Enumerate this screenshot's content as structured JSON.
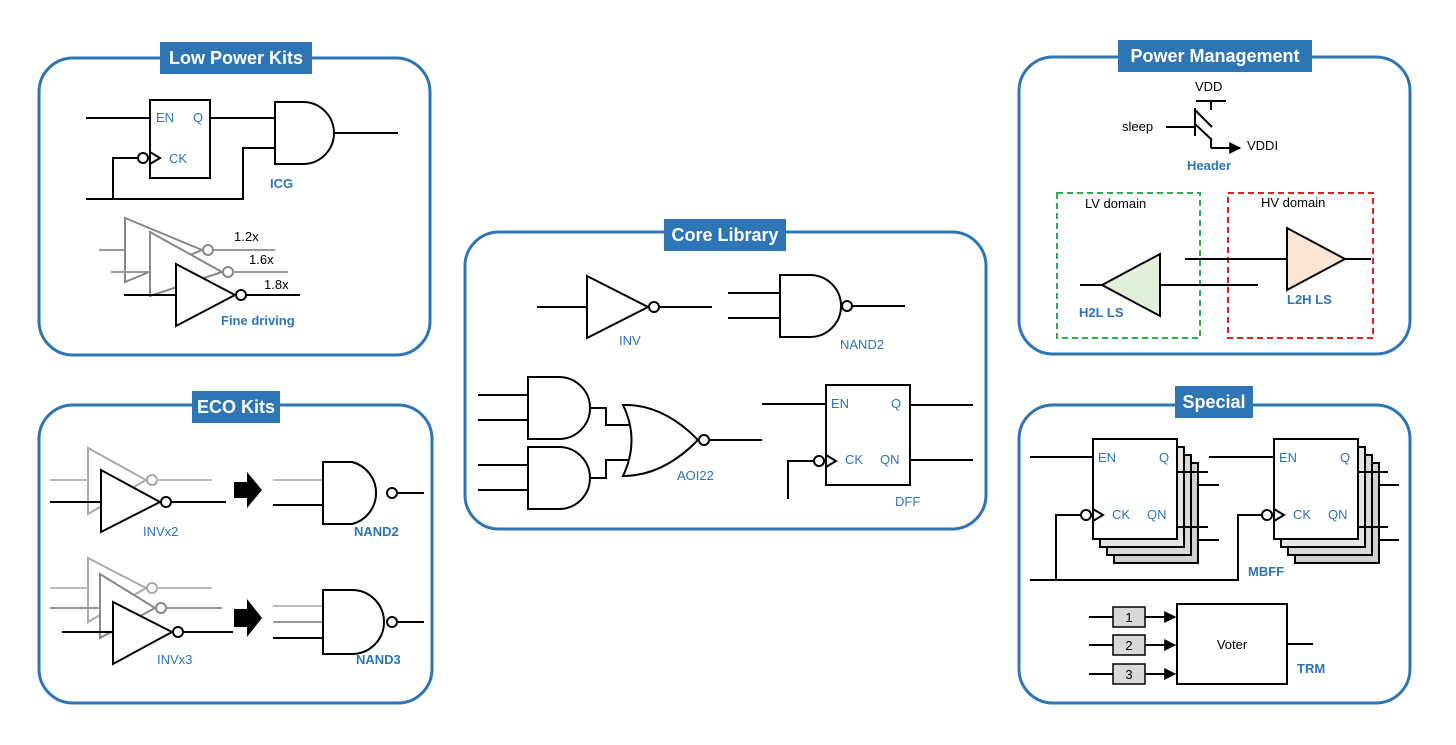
{
  "panels": {
    "low_power": {
      "title": "Low Power Kits",
      "icg_pin_en": "EN",
      "icg_pin_q": "Q",
      "icg_pin_ck": "CK",
      "icg_label": "ICG",
      "drive_1": "1.2x",
      "drive_2": "1.6x",
      "drive_3": "1.8x",
      "fine_label": "Fine driving"
    },
    "eco": {
      "title": "ECO Kits",
      "invx2": "INVx2",
      "nand2": "NAND2",
      "invx3": "INVx3",
      "nand3": "NAND3"
    },
    "core": {
      "title": "Core Library",
      "inv": "INV",
      "nand2": "NAND2",
      "aoi22": "AOI22",
      "dff": "DFF",
      "pin_en": "EN",
      "pin_q": "Q",
      "pin_ck": "CK",
      "pin_qn": "QN"
    },
    "power": {
      "title": "Power Management",
      "vdd": "VDD",
      "sleep": "sleep",
      "vddi": "VDDI",
      "header": "Header",
      "lv_domain": "LV domain",
      "hv_domain": "HV domain",
      "h2l": "H2L LS",
      "l2h": "L2H LS"
    },
    "special": {
      "title": "Special",
      "pin_en": "EN",
      "pin_q": "Q",
      "pin_ck": "CK",
      "pin_qn": "QN",
      "mbff": "MBFF",
      "in1": "1",
      "in2": "2",
      "in3": "3",
      "voter": "Voter",
      "trm": "TRM"
    }
  },
  "colors": {
    "accent": "#2E75B6",
    "lv_border": "#2EAE4E",
    "hv_border": "#E02020",
    "h2l_fill": "#E2EFDA",
    "l2h_fill": "#FBE5D6"
  }
}
